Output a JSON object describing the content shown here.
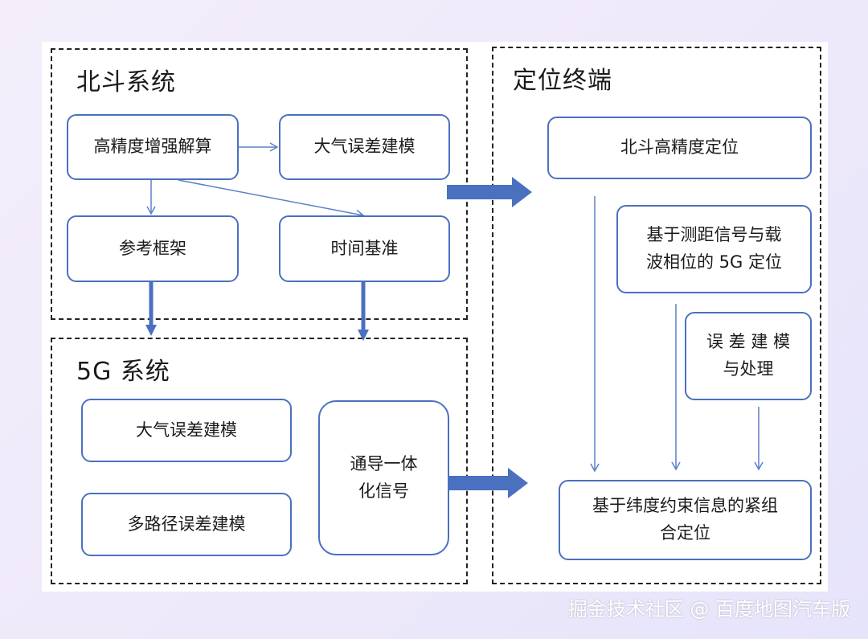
{
  "groups": {
    "beidou": {
      "title": "北斗系统"
    },
    "fiveg": {
      "title": "5G 系统"
    },
    "terminal": {
      "title": "定位终端"
    }
  },
  "nodes": {
    "high_precision_enhance": "高精度增强解算",
    "atmos_error_beidou": "大气误差建模",
    "reference_frame": "参考框架",
    "time_reference": "时间基准",
    "atmos_error_5g": "大气误差建模",
    "multipath_error": "多路径误差建模",
    "comm_nav_signal": {
      "line1": "通导一体",
      "line2": "化信号"
    },
    "beidou_precise_positioning": "北斗高精度定位",
    "ranging_5g_positioning": {
      "line1": "基于测距信号与载",
      "line2": "波相位的 5G 定位"
    },
    "error_modeling_processing": {
      "line1": "误 差 建 模",
      "line2": "与处理"
    },
    "tight_coupling_positioning": {
      "line1": "基于纬度约束信息的紧组",
      "line2": "合定位"
    }
  },
  "colors": {
    "accent": "#4a70c0",
    "thin_arrow": "#5b80c8",
    "dashed_border": "#222222"
  },
  "watermark": "掘金技术社区 @ 百度地图汽车版"
}
